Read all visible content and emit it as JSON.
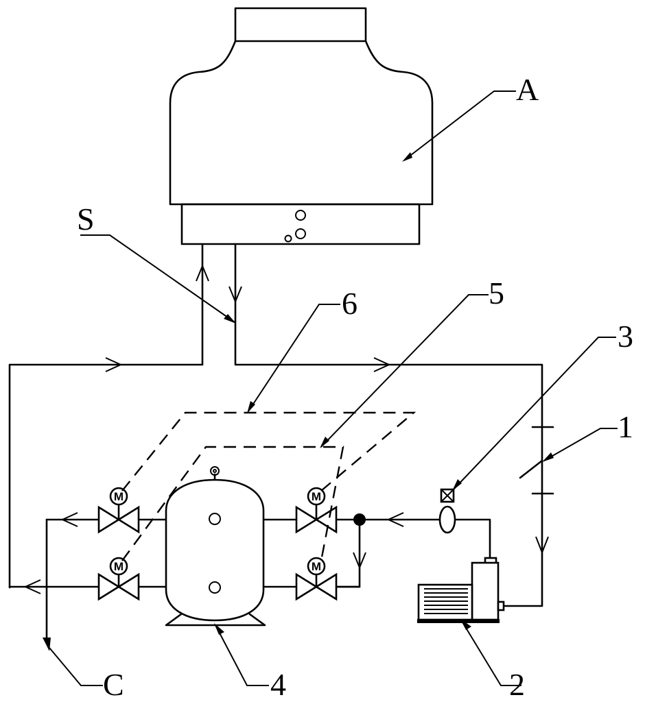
{
  "labels": {
    "A": "A",
    "S": "S",
    "C": "C",
    "n1": "1",
    "n2": "2",
    "n3": "3",
    "n4": "4",
    "n5": "5",
    "n6": "6"
  },
  "valves": {
    "motor_symbol": "M"
  }
}
